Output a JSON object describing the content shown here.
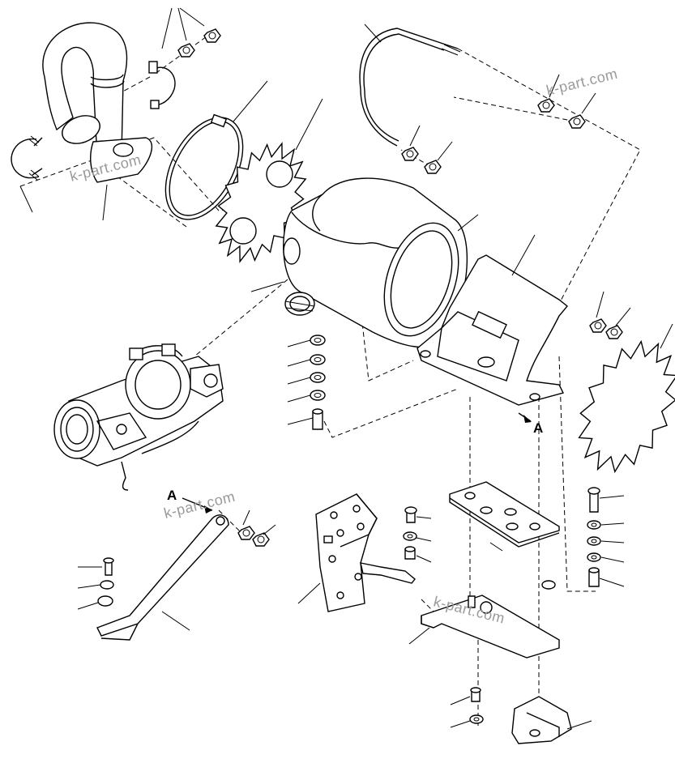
{
  "diagram": {
    "watermark_text": "k-part.com",
    "section_marker": "A",
    "parts": [
      "elbow-pipe",
      "u-bolt",
      "pipe-clamp",
      "clamp-nuts",
      "hose-band",
      "element-gasket",
      "air-cleaner-body",
      "dust-cup-seal",
      "mounting-bracket",
      "turbocharger",
      "tie-rod",
      "support-plate",
      "bracket",
      "base-plate",
      "foot-bracket",
      "star-seal"
    ],
    "colors": {
      "line": "#000000",
      "watermark": "#9a9a9a",
      "background": "#ffffff"
    }
  }
}
